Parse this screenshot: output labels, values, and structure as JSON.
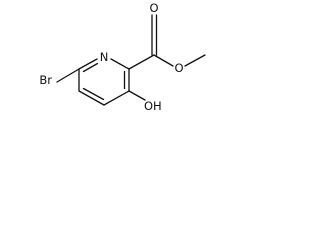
{
  "molecule": {
    "atoms": {
      "bromine": "Br",
      "ring_nitrogen": "N",
      "carbonyl_oxygen": "O",
      "ester_oxygen": "O",
      "hydroxyl": "OH"
    }
  }
}
